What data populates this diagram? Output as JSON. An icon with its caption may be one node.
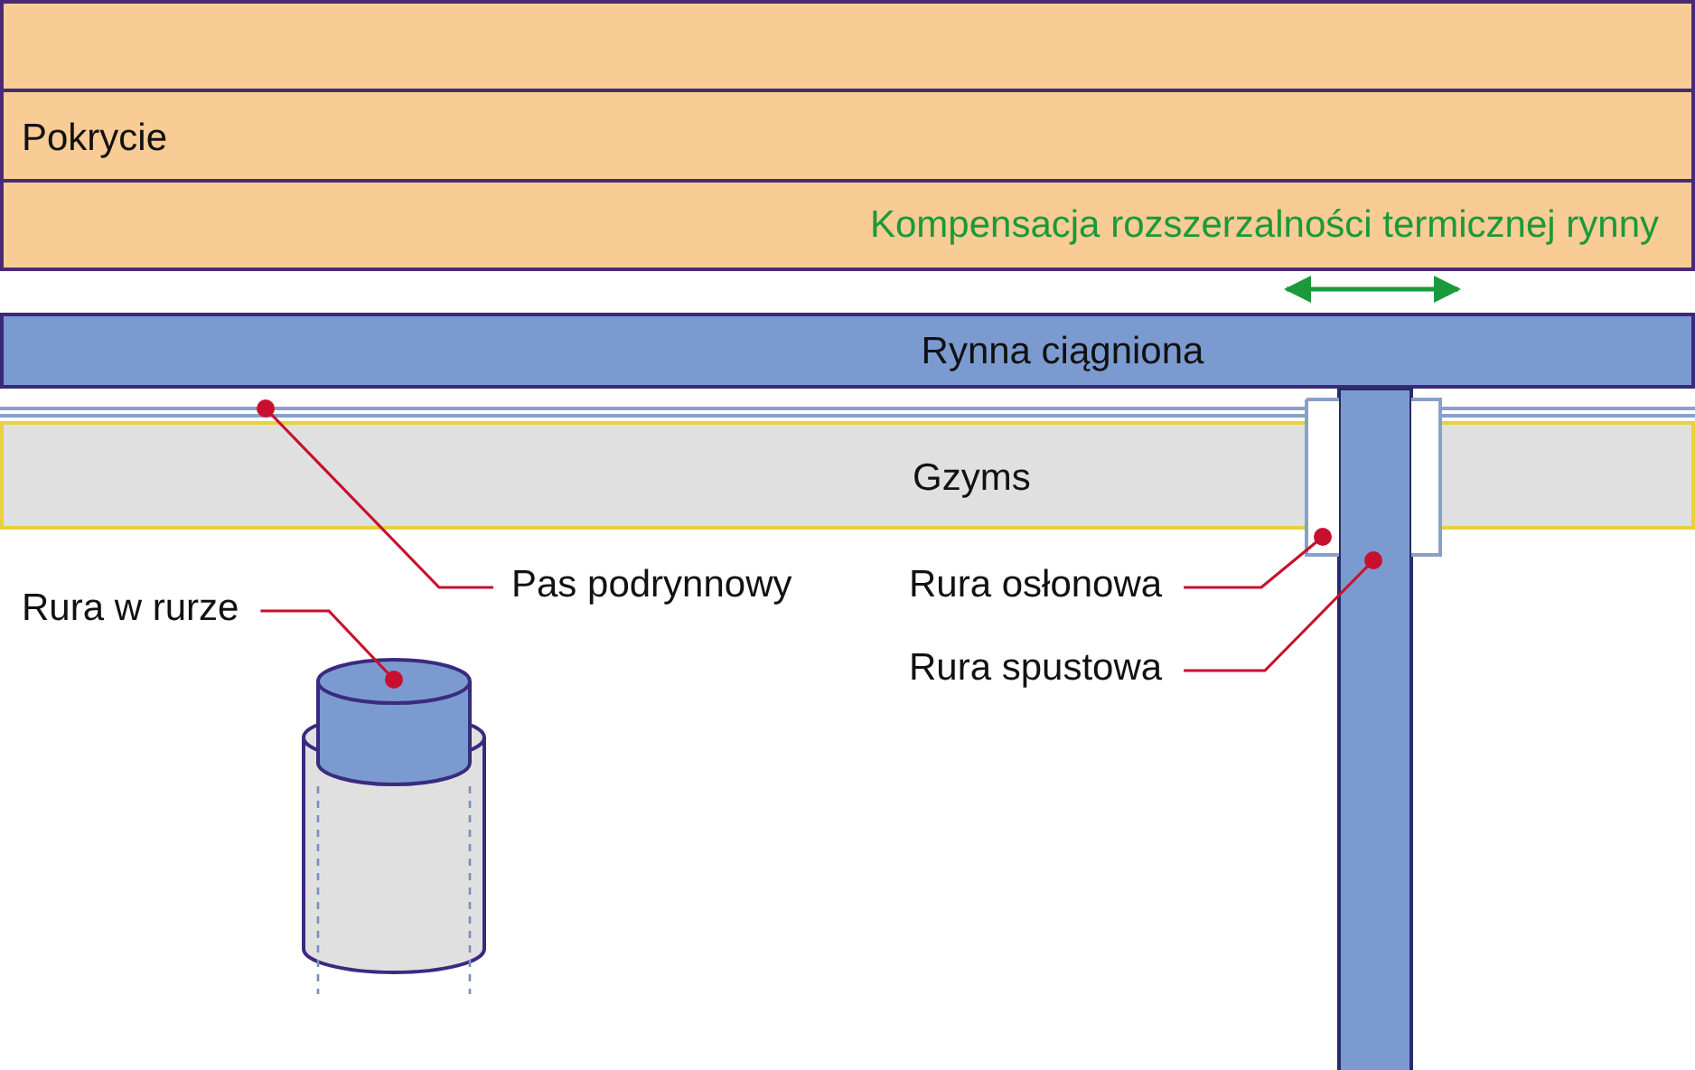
{
  "diagram": {
    "nodes": [
      {
        "text": [],
        "shape": "box"
      },
      {
        "text": [
          "Pokrycie"
        ]
      },
      {
        "text": [
          "Kompensacja rozszerzalności termicznej rynny"
        ]
      },
      {
        "text": [
          "Rynna ciągniona"
        ]
      },
      {
        "text": [],
        "shape": "bar"
      },
      {
        "text": [
          "Gzyms"
        ]
      },
      {
        "text": [],
        "shape": "box"
      },
      {
        "text": [],
        "shape": "bar"
      },
      {
        "text": [
          "Pas podrynnowy"
        ]
      },
      {
        "text": [
          "Rura w rurze"
        ]
      },
      {
        "text": [
          "Rura osłonowa"
        ]
      },
      {
        "text": [
          "Rura spustowa"
        ]
      },
      {
        "text": [],
        "shape": "cylinder"
      }
    ],
    "edges": [
      {
        "from": 8,
        "to": 4,
        "arrow": "other"
      },
      {
        "from": 9,
        "to": 12,
        "arrow": "other"
      },
      {
        "from": 10,
        "to": 6,
        "arrow": "other"
      },
      {
        "from": 11,
        "to": 7,
        "arrow": "other"
      }
    ]
  }
}
